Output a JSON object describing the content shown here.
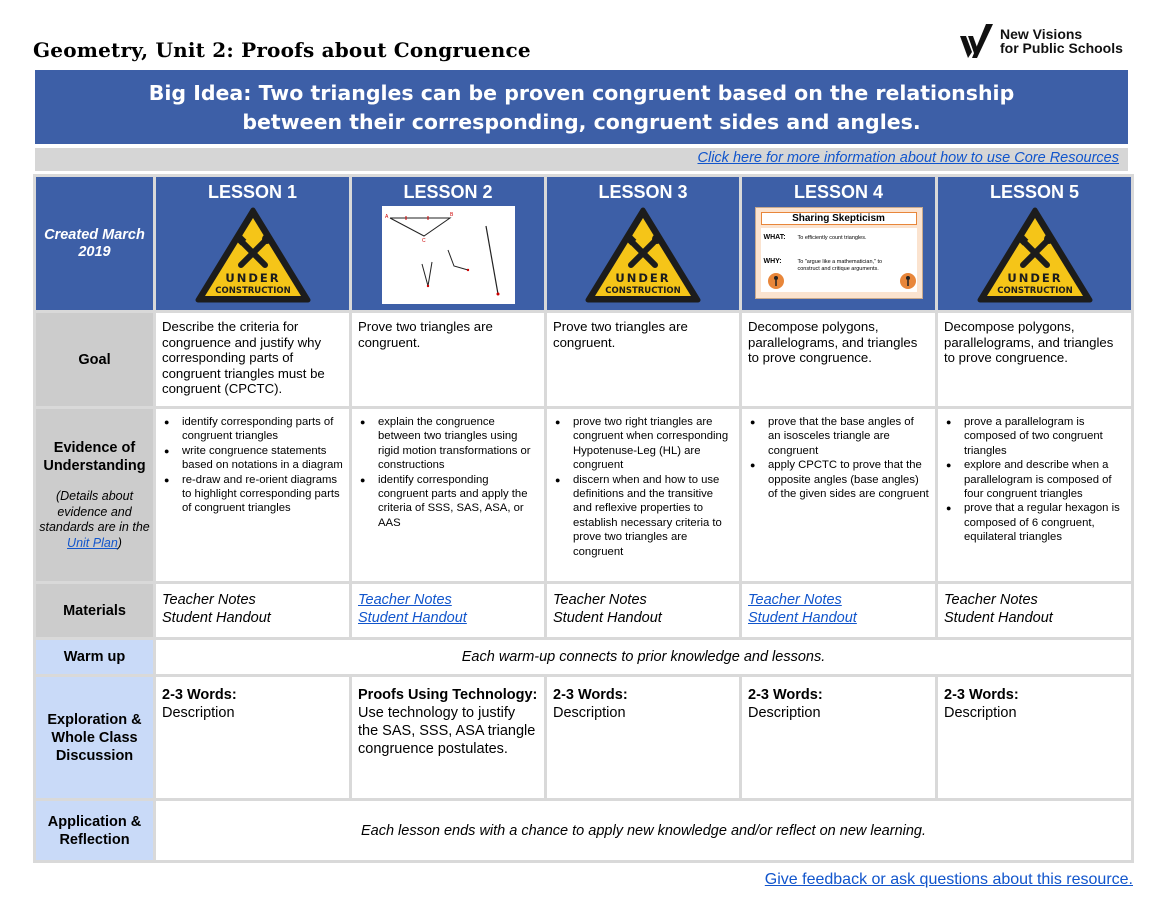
{
  "header": {
    "title": "Geometry, Unit 2: Proofs about Congruence",
    "logo_line1": "New Visions",
    "logo_line2": "for Public Schools"
  },
  "big_idea": {
    "line1": "Big Idea:  Two triangles can be proven congruent based on the relationship",
    "line2": "between their corresponding, congruent sides and angles."
  },
  "core_link": "Click here for more information about how to use Core Resources",
  "created": "Created March 2019",
  "lessons": [
    {
      "label": "LESSON 1",
      "image": "under-construction",
      "uc_top": "UNDER",
      "uc_bottom": "CONSTRUCTION"
    },
    {
      "label": "LESSON 2",
      "image": "triangle-diagram",
      "pt_a": "A",
      "pt_b": "B",
      "pt_c": "C"
    },
    {
      "label": "LESSON 3",
      "image": "under-construction",
      "uc_top": "UNDER",
      "uc_bottom": "CONSTRUCTION"
    },
    {
      "label": "LESSON 4",
      "image": "sharing-skepticism",
      "card_title": "Sharing Skepticism",
      "what_label": "WHAT:",
      "what_text": "To efficiently count triangles.",
      "why_label": "WHY:",
      "why_text_1": "To \"argue like a mathematician,\" to",
      "why_text_2": "construct and critique arguments."
    },
    {
      "label": "LESSON 5",
      "image": "under-construction",
      "uc_top": "UNDER",
      "uc_bottom": "CONSTRUCTION"
    }
  ],
  "rows": {
    "goal": {
      "label": "Goal",
      "cells": [
        "Describe the criteria for congruence and justify why corresponding parts of congruent triangles must be congruent (CPCTC).",
        "Prove two triangles are congruent.",
        "Prove two triangles are congruent.",
        "Decompose polygons, parallelograms, and triangles to prove congruence.",
        "Decompose polygons, parallelograms, and triangles to prove congruence."
      ]
    },
    "evidence": {
      "label": "Evidence of Understanding",
      "sub_pre": "(Details about evidence and standards are in the ",
      "sub_link": "Unit Plan",
      "sub_post": ")",
      "cells": [
        [
          "identify corresponding parts of congruent triangles",
          "write congruence statements based on notations in a diagram",
          "re-draw and re-orient diagrams to highlight corresponding parts of congruent triangles"
        ],
        [
          "explain the congruence between two triangles using rigid motion transformations or constructions",
          "identify corresponding congruent parts and apply the criteria of SSS, SAS, ASA, or AAS"
        ],
        [
          "prove two right triangles are congruent when corresponding Hypotenuse-Leg (HL) are congruent",
          "discern when and how to use definitions and the transitive and reflexive properties to establish necessary criteria to prove two triangles are congruent"
        ],
        [
          "prove that the base angles of an isosceles triangle are congruent",
          "apply CPCTC to prove that the opposite angles (base angles) of the given sides are congruent"
        ],
        [
          "prove a parallelogram is composed of two congruent triangles",
          "explore and describe when a parallelogram is composed of four congruent triangles",
          "prove that a regular hexagon is composed of 6 congruent, equilateral triangles"
        ]
      ]
    },
    "materials": {
      "label": "Materials",
      "cells": [
        {
          "teacher": "Teacher Notes",
          "student": "Student Handout",
          "linked": false
        },
        {
          "teacher": "Teacher Notes",
          "student": "Student Handout",
          "linked": true
        },
        {
          "teacher": "Teacher Notes",
          "student": "Student Handout",
          "linked": false
        },
        {
          "teacher": "Teacher Notes",
          "student": "Student Handout",
          "linked": true
        },
        {
          "teacher": "Teacher Notes",
          "student": "Student Handout",
          "linked": false
        }
      ]
    },
    "warmup": {
      "label": "Warm up",
      "text": "Each warm-up connects to prior knowledge and lessons."
    },
    "exploration": {
      "label": "Exploration & Whole Class Discussion",
      "cells": [
        {
          "heading": "2-3 Words:",
          "text": "Description"
        },
        {
          "heading": "Proofs Using Technology:",
          "text": "Use technology to justify the SAS, SSS, ASA triangle congruence postulates."
        },
        {
          "heading": "2-3 Words:",
          "text": "Description"
        },
        {
          "heading": "2-3 Words:",
          "text": "Description"
        },
        {
          "heading": "2-3 Words:",
          "text": "Description"
        }
      ]
    },
    "application": {
      "label": "Application & Reflection",
      "text": "Each lesson ends with a chance to apply new knowledge and/or reflect on new learning."
    }
  },
  "feedback": "Give feedback or ask questions about this resource.",
  "colors": {
    "header_blue": "#3d5fa7",
    "row_label_gray": "#cccccc",
    "row_label_light_blue": "#c9daf8",
    "link_blue": "#1155cc",
    "warning_yellow": "#f5c518"
  }
}
